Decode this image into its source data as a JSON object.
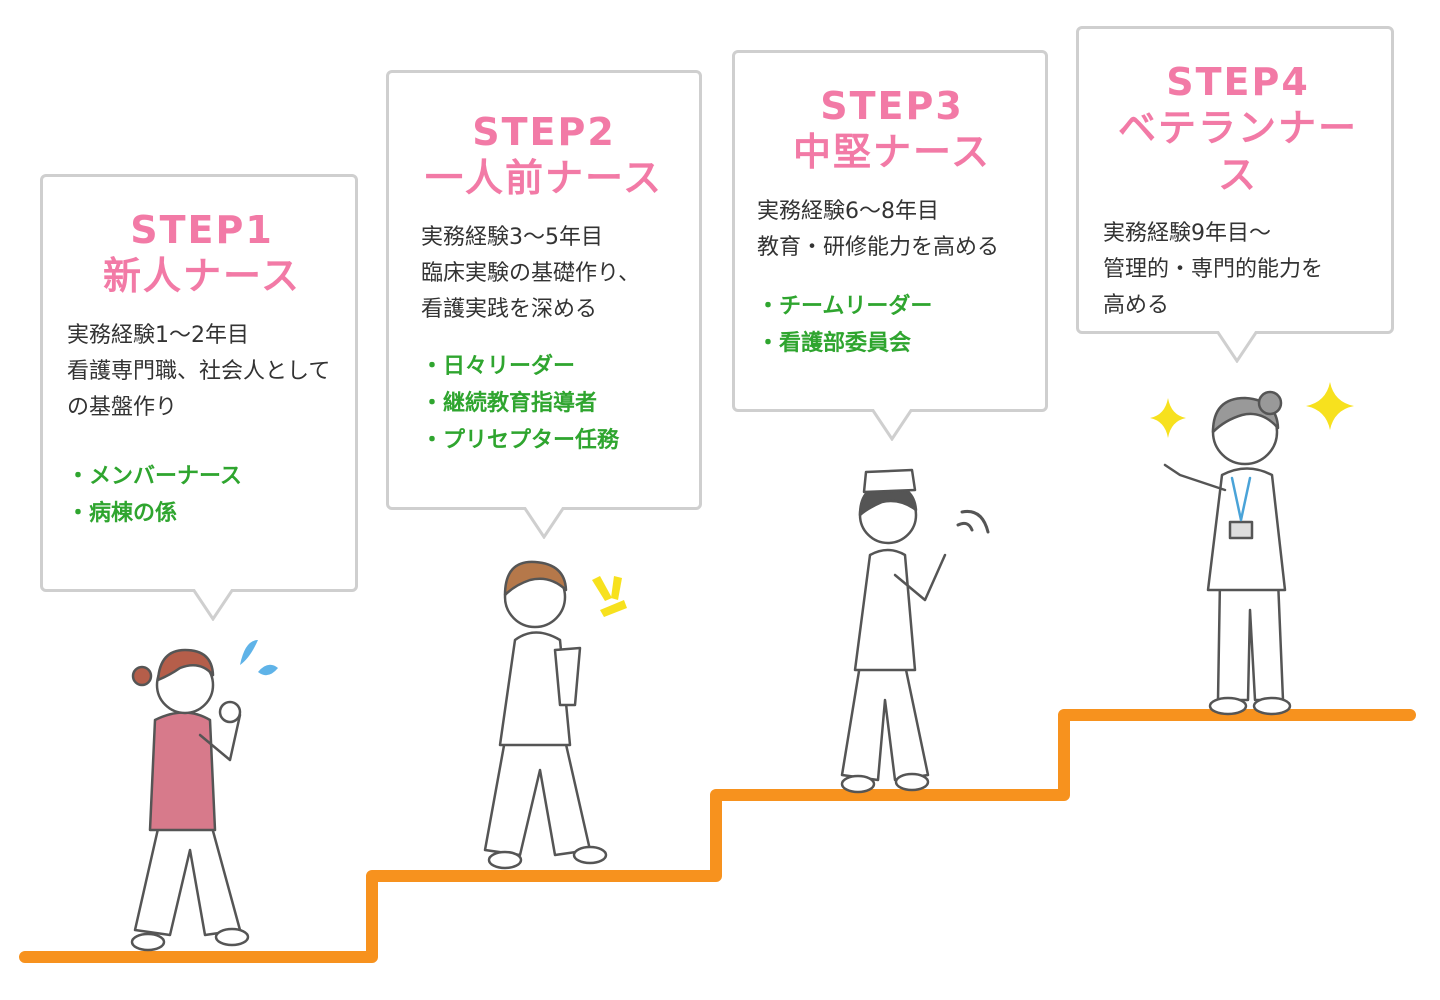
{
  "steps": [
    {
      "step": "STEP1",
      "role": "新人ナース",
      "desc": [
        "実務経験1〜2年目",
        "看護専門職、社会人として",
        "の基盤作り"
      ],
      "roles": [
        "・メンバーナース",
        "・病棟の係"
      ]
    },
    {
      "step": "STEP2",
      "role": "一人前ナース",
      "desc": [
        "実務経験3〜5年目",
        "臨床実験の基礎作り、",
        "看護実践を深める"
      ],
      "roles": [
        "・日々リーダー",
        "・継続教育指導者",
        "・プリセプター任務"
      ]
    },
    {
      "step": "STEP3",
      "role": "中堅ナース",
      "desc": [
        "実務経験6〜8年目",
        "教育・研修能力を高める"
      ],
      "roles": [
        "・チームリーダー",
        "・看護部委員会"
      ]
    },
    {
      "step": "STEP4",
      "role": "ベテランナース",
      "desc": [
        "実務経験9年目〜",
        "管理的・専門的能力を",
        "高める"
      ],
      "roles": []
    }
  ],
  "colors": {
    "title": "#f27aa6",
    "role_text": "#2fa52f",
    "stairs": "#f7921e",
    "bubble_border": "#cfcfcf",
    "sparkle": "#f7e11e",
    "sweat": "#5fb3e8"
  },
  "icons": [
    "nurse-step1-figure",
    "nurse-step2-figure",
    "nurse-step3-figure",
    "nurse-step4-figure",
    "sweat-drop-icon",
    "exclaim-burst-icon",
    "sound-wave-icon",
    "sparkle-icon"
  ]
}
